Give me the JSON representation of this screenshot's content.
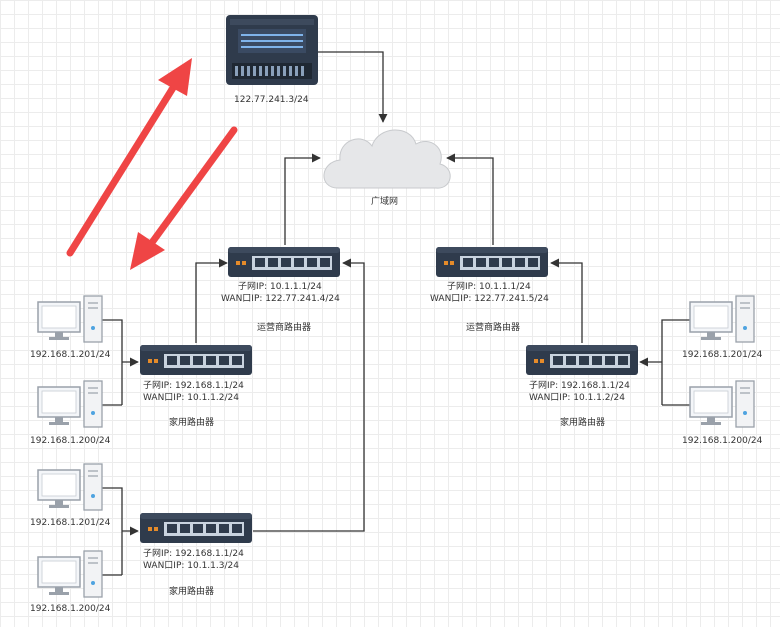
{
  "server": {
    "ip": "122.77.241.3/24"
  },
  "cloud": {
    "label": "广域网"
  },
  "isp_left": {
    "subnet": "子网IP:  10.1.1.1/24",
    "wan": "WAN口IP:  122.77.241.4/24",
    "name": "运营商路由器"
  },
  "isp_right": {
    "subnet": "子网IP:  10.1.1.1/24",
    "wan": "WAN口IP:  122.77.241.5/24",
    "name": "运营商路由器"
  },
  "home1": {
    "subnet": "子网IP:  192.168.1.1/24",
    "wan": "WAN口IP:  10.1.1.2/24",
    "name": "家用路由器"
  },
  "home2": {
    "subnet": "子网IP:  192.168.1.1/24",
    "wan": "WAN口IP:  10.1.1.3/24",
    "name": "家用路由器"
  },
  "home3": {
    "subnet": "子网IP:  192.168.1.1/24",
    "wan": "WAN口IP:  10.1.1.2/24",
    "name": "家用路由器"
  },
  "pcs": {
    "a1": "192.168.1.201/24",
    "a2": "192.168.1.200/24",
    "b1": "192.168.1.201/24",
    "b2": "192.168.1.200/24",
    "c1": "192.168.1.201/24",
    "c2": "192.168.1.200/24"
  },
  "colors": {
    "router": "#2f3b4c",
    "arrow": "#ef4545",
    "line": "#333333",
    "cloud": "#e6e7e9"
  }
}
